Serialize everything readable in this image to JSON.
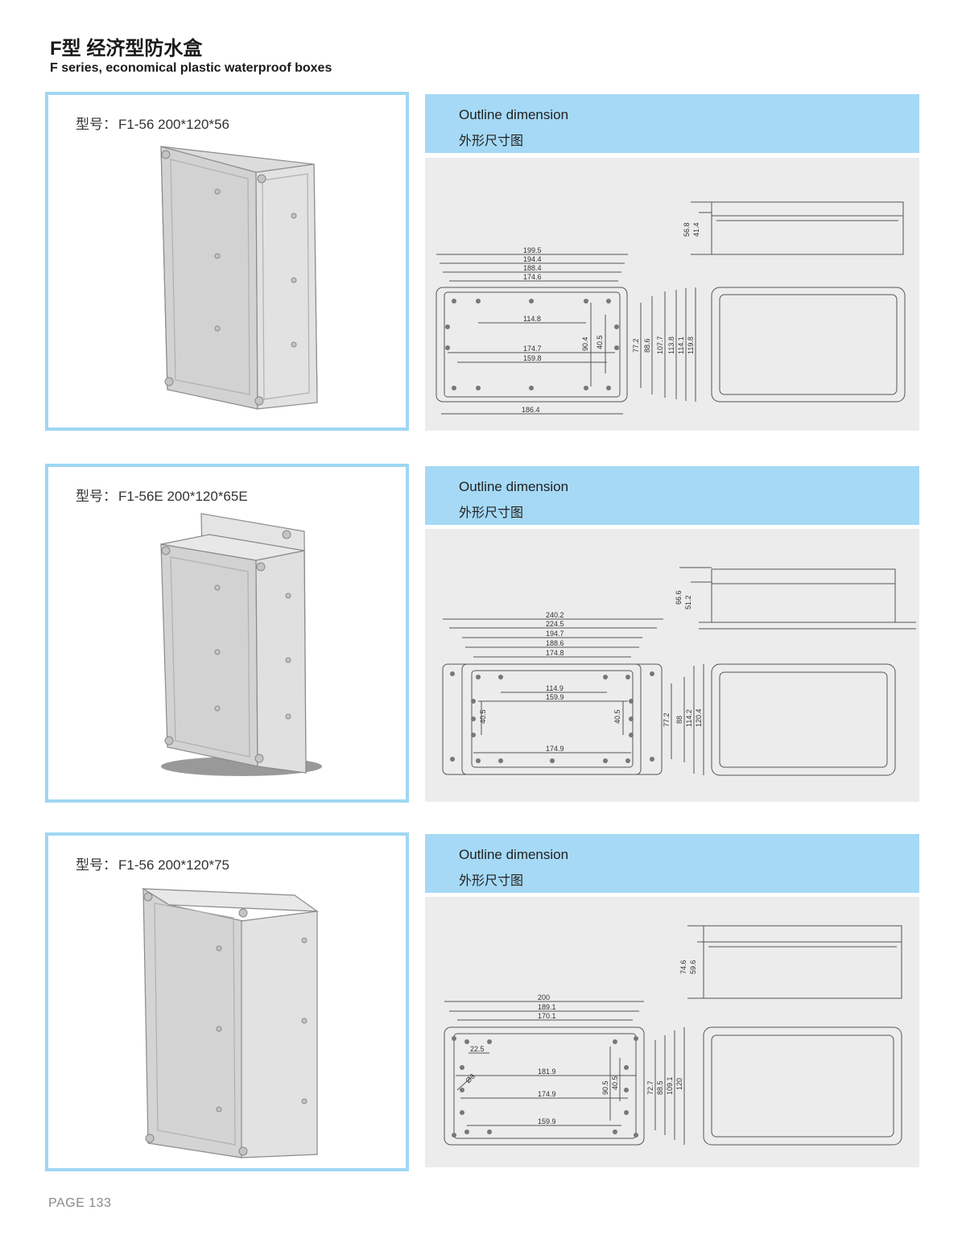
{
  "header": {
    "title_cn": "F型 经济型防水盒",
    "title_en": "F series, economical plastic waterproof boxes"
  },
  "dimension_header": {
    "en": "Outline dimension",
    "cn": "外形尺寸图"
  },
  "products": [
    {
      "model_label": "型号：",
      "model_code": "F1-56  200*120*56",
      "dims": {
        "top": [
          "199.5",
          "194.4",
          "188.4",
          "174.6"
        ],
        "inner_h": [
          "114.8",
          "174.7",
          "159.8"
        ],
        "bottom": "186.4",
        "vertical": [
          "90.4",
          "40.5",
          "77.2",
          "88.6",
          "107.7",
          "113.8",
          "114.1",
          "119.8"
        ],
        "side": [
          "56.8",
          "41.4"
        ]
      }
    },
    {
      "model_label": "型号：",
      "model_code": "F1-56E  200*120*65E",
      "dims": {
        "top": [
          "240.2",
          "224.5",
          "194.7",
          "188.6",
          "174.8"
        ],
        "inner_h": [
          "114.9",
          "159.9",
          "174.9"
        ],
        "vertical": [
          "40.5",
          "40.5",
          "77.2",
          "88",
          "114.2",
          "120.4"
        ],
        "side": [
          "66.6",
          "51.2"
        ]
      }
    },
    {
      "model_label": "型号：",
      "model_code": "F1-56  200*120*75",
      "dims": {
        "top": [
          "200",
          "189.1",
          "170.1"
        ],
        "inner_h": [
          "22.5",
          "181.9",
          "174.9",
          "159.9"
        ],
        "hole": "Ø3",
        "vertical": [
          "90.5",
          "40.5",
          "72.7",
          "88.5",
          "109.1",
          "120"
        ],
        "side": [
          "74.6",
          "59.6"
        ]
      }
    }
  ],
  "footer": {
    "page": "PAGE 133"
  }
}
